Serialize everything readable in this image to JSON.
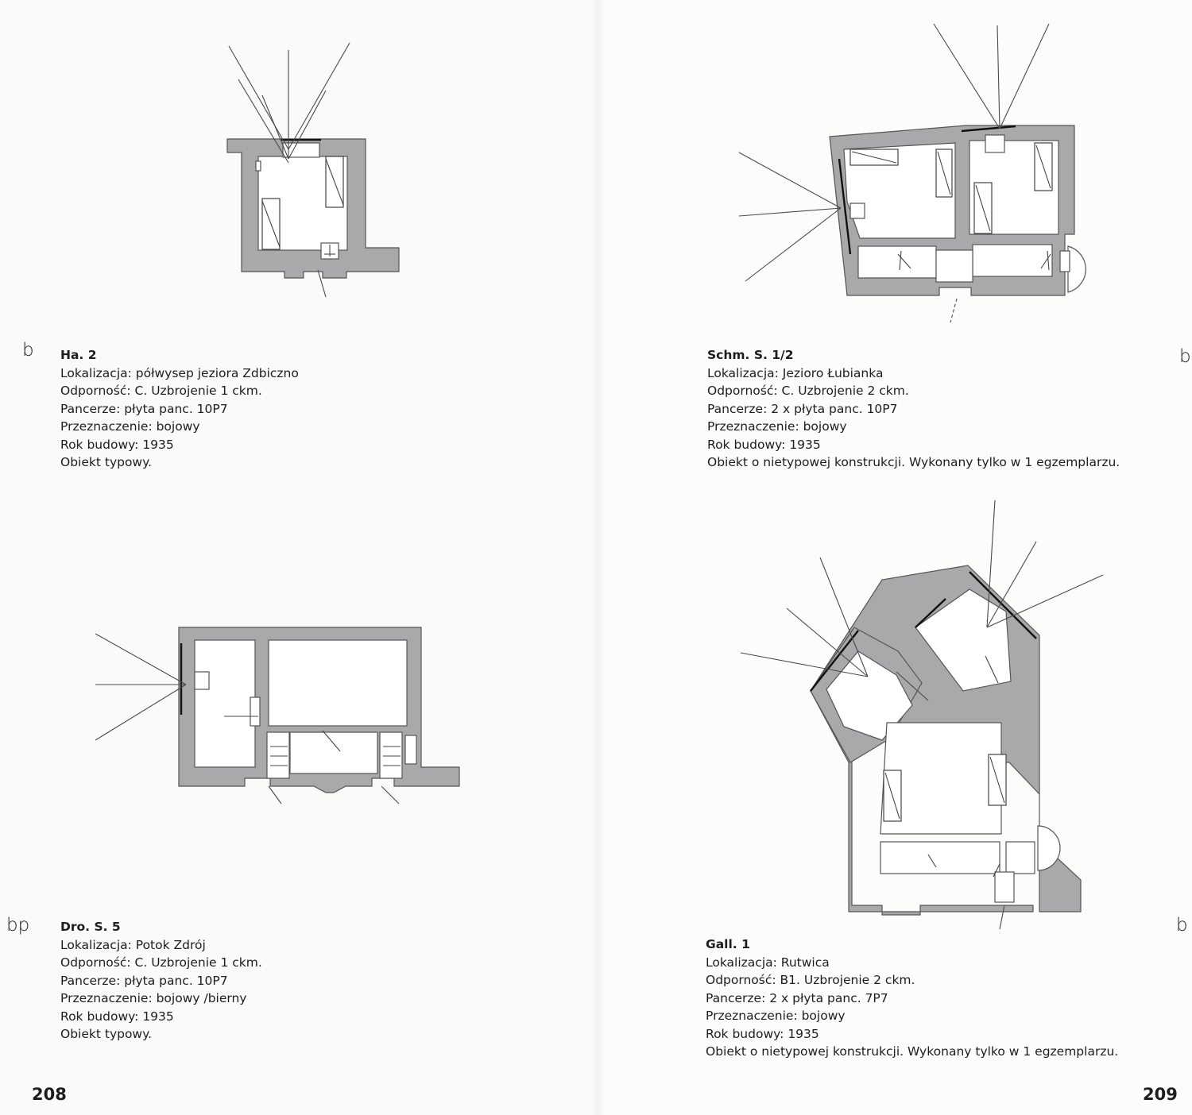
{
  "pages": {
    "left_number": "208",
    "right_number": "209"
  },
  "entries": [
    {
      "id": "ha2",
      "category": "b",
      "title": "Ha. 2",
      "lines": [
        "Lokalizacja: półwysep jeziora Zdbiczno",
        "Odporność: C. Uzbrojenie 1 ckm.",
        "Pancerze: płyta panc. 10P7",
        "Przeznaczenie: bojowy",
        "Rok budowy: 1935",
        "Obiekt typowy."
      ]
    },
    {
      "id": "schm",
      "category": "b",
      "title": "Schm. S. 1/2",
      "lines": [
        "Lokalizacja: Jezioro Łubianka",
        "Odporność: C. Uzbrojenie 2 ckm.",
        "Pancerze: 2 x płyta panc. 10P7",
        "Przeznaczenie: bojowy",
        "Rok budowy: 1935",
        "Obiekt o nietypowej konstrukcji. Wykonany tylko w 1 egzemplarzu."
      ]
    },
    {
      "id": "dro",
      "category": "bp",
      "title": "Dro. S. 5",
      "lines": [
        "Lokalizacja: Potok Zdrój",
        "Odporność: C. Uzbrojenie 1 ckm.",
        "Pancerze: płyta panc. 10P7",
        "Przeznaczenie: bojowy /bierny",
        "Rok budowy: 1935",
        "Obiekt typowy."
      ]
    },
    {
      "id": "gall",
      "category": "b",
      "title": "Gall. 1",
      "lines": [
        "Lokalizacja: Rutwica",
        "Odporność: B1. Uzbrojenie 2 ckm.",
        "Pancerze: 2 x płyta panc. 7P7",
        "Przeznaczenie: bojowy",
        "Rok budowy: 1935",
        "Obiekt o nietypowej konstrukcji. Wykonany tylko w 1 egzemplarzu."
      ]
    }
  ]
}
